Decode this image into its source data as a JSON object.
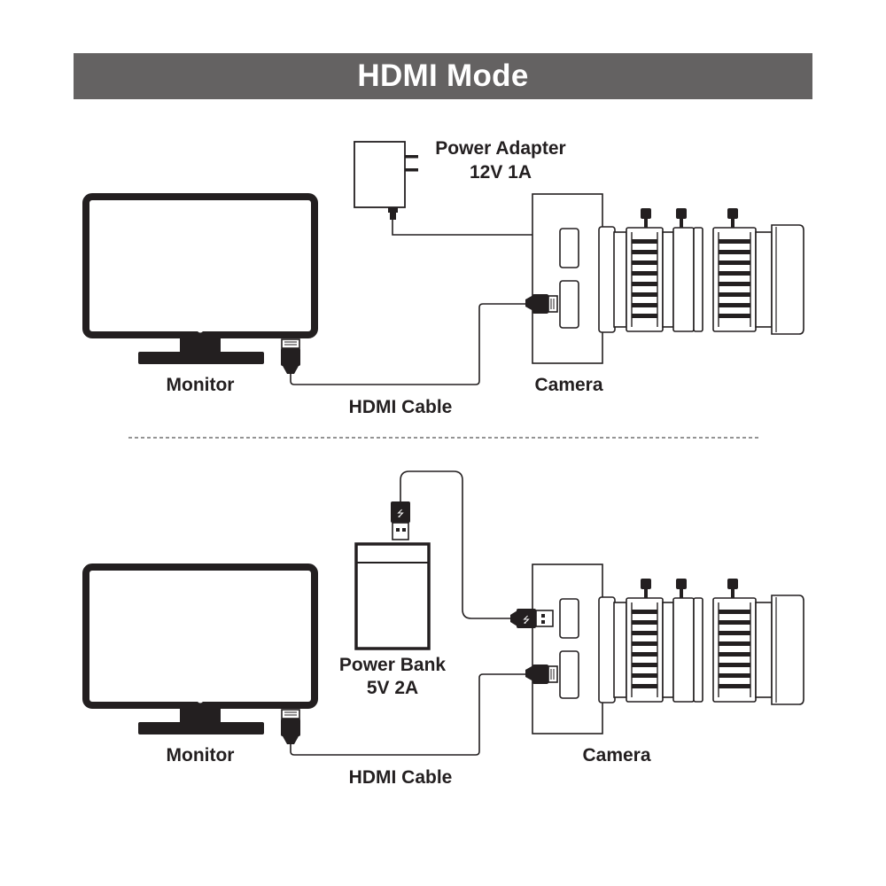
{
  "title": "HDMI Mode",
  "colors": {
    "banner": "#646262",
    "banner_text": "#ffffff",
    "line": "#231f20",
    "fill": "#ffffff",
    "divider": "#555555"
  },
  "setup_power_adapter": {
    "monitor_label": "Monitor",
    "cable_label": "HDMI Cable",
    "camera_label": "Camera",
    "power_label_line1": "Power Adapter",
    "power_label_line2": "12V 1A"
  },
  "setup_power_bank": {
    "monitor_label": "Monitor",
    "cable_label": "HDMI Cable",
    "camera_label": "Camera",
    "power_label_line1": "Power Bank",
    "power_label_line2": "5V 2A"
  },
  "icons": [
    "monitor-icon",
    "camera-icon",
    "lens-icon",
    "power-adapter-icon",
    "power-bank-icon",
    "hdmi-plug-icon",
    "usb-plug-icon"
  ]
}
